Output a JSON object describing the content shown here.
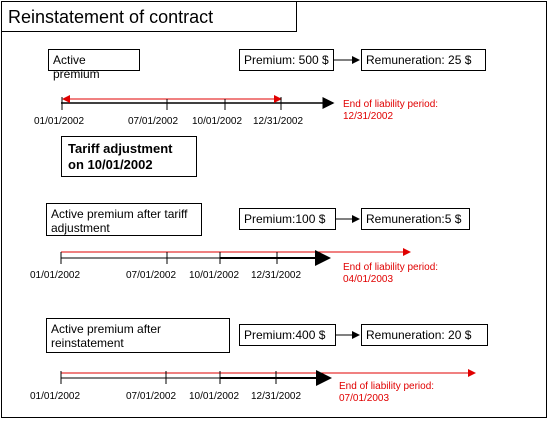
{
  "title": "Reinstatement of contract",
  "colors": {
    "red": "#e00000",
    "black": "#000000"
  },
  "section1": {
    "label": "Active premium",
    "premium": "Premium: 500 $",
    "remuneration": "Remuneration: 25 $",
    "dates": [
      "01/01/2002",
      "07/01/2002",
      "10/01/2002",
      "12/31/2002"
    ],
    "end_label_1": "End of liability period:",
    "end_label_2": "12/31/2002"
  },
  "tariff": {
    "line1": "Tariff adjustment",
    "line2": "on 10/01/2002"
  },
  "section2": {
    "label_1": "Active premium after tariff",
    "label_2": "adjustment",
    "premium": "Premium:100 $",
    "remuneration": "Remuneration:5 $",
    "dates": [
      "01/01/2002",
      "07/01/2002",
      "10/01/2002",
      "12/31/2002"
    ],
    "end_label_1": "End of liability period:",
    "end_label_2": "04/01/2003"
  },
  "section3": {
    "label_1": "Active premium after",
    "label_2": "reinstatement",
    "premium": "Premium:400 $",
    "remuneration": "Remuneration: 20 $",
    "dates": [
      "01/01/2002",
      "07/01/2002",
      "10/01/2002",
      "12/31/2002"
    ],
    "end_label_1": "End of liability period:",
    "end_label_2": "07/01/2003"
  }
}
